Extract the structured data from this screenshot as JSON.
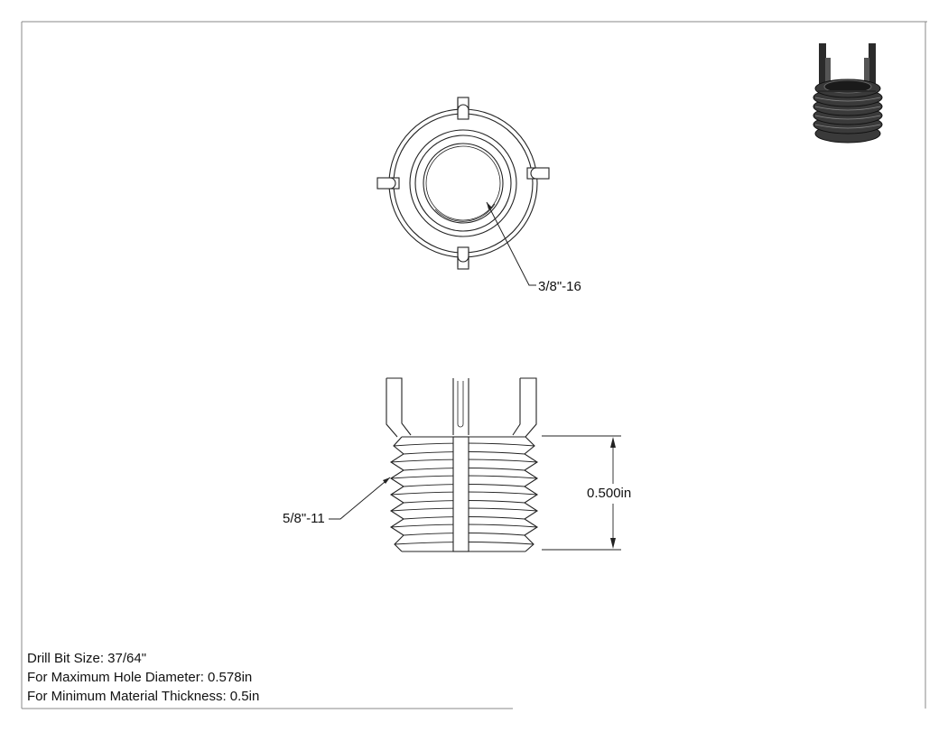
{
  "drawing": {
    "top_view_callout": "3/8\"-16",
    "side_view_callout": "5/8\"-11",
    "height_dimension": "0.500in"
  },
  "notes": {
    "drill_bit": "Drill Bit Size: 37/64\"",
    "max_hole": "For Maximum Hole Diameter: 0.578in",
    "min_thickness": "For Minimum Material Thickness: 0.5in"
  }
}
